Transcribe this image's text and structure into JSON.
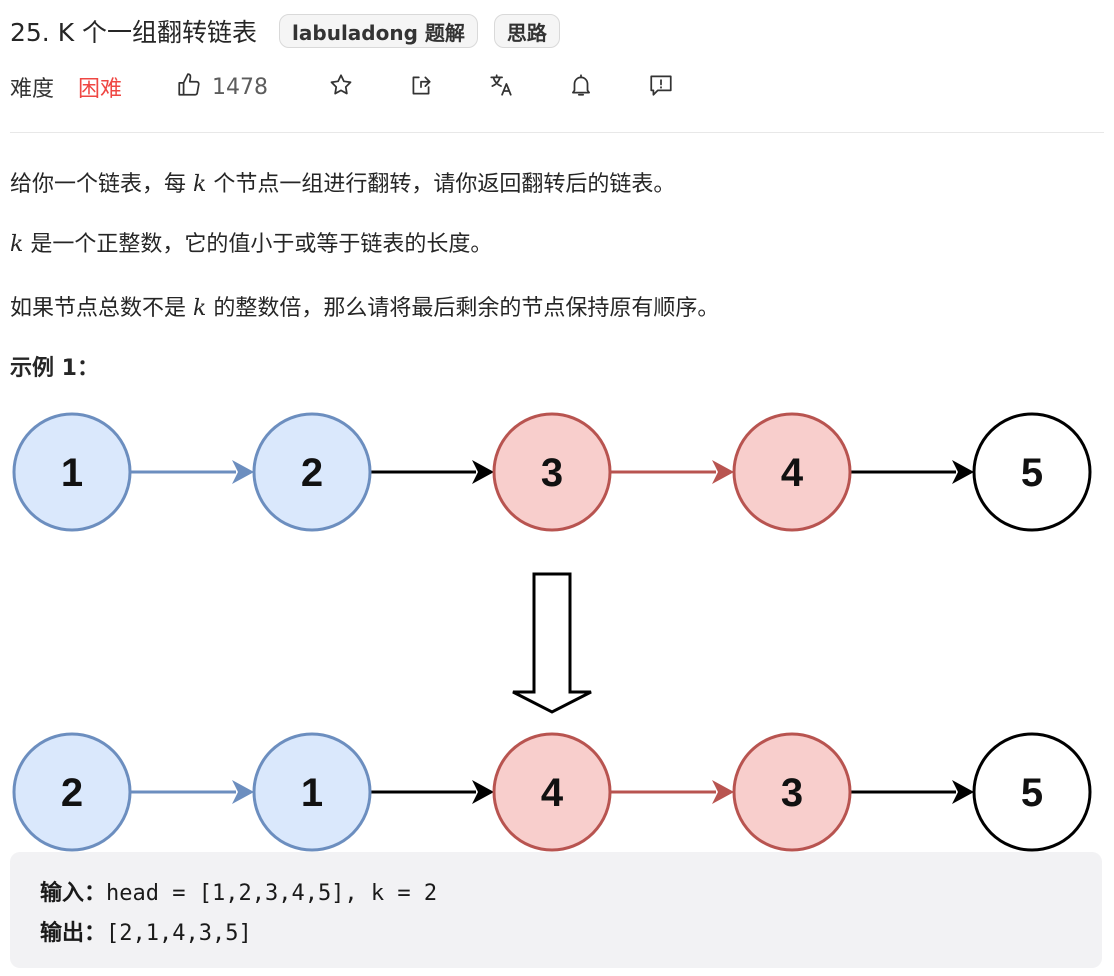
{
  "problem": {
    "title": "25. K 个一组翻转链表",
    "tags": [
      "labuladong 题解",
      "思路"
    ],
    "difficulty_label": "难度",
    "difficulty": "困难",
    "likes": "1478"
  },
  "icons": {
    "like": "thumbs-up-icon",
    "star": "star-icon",
    "share": "share-icon",
    "translate": "translate-icon",
    "notify": "bell-icon",
    "feedback": "feedback-icon"
  },
  "description": {
    "p1_a": "给你一个链表，每 ",
    "p1_k": "k",
    "p1_b": " 个节点一组进行翻转，请你返回翻转后的链表。",
    "p2_k": "k",
    "p2_b": " 是一个正整数，它的值小于或等于链表的长度。",
    "p3_a": "如果节点总数不是 ",
    "p3_k": "k",
    "p3_b": " 的整数倍，那么请将最后剩余的节点保持原有顺序。"
  },
  "example": {
    "title": "示例 1：",
    "diagram": {
      "before": [
        "1",
        "2",
        "3",
        "4",
        "5"
      ],
      "after": [
        "2",
        "1",
        "4",
        "3",
        "5"
      ],
      "colors": {
        "blue_fill": "#dae8fc",
        "blue_stroke": "#6c8ebf",
        "red_fill": "#f8cecc",
        "red_stroke": "#b85450",
        "white_fill": "#ffffff",
        "black_stroke": "#000000"
      }
    },
    "input_label": "输入：",
    "input_value": "head = [1,2,3,4,5], k = 2",
    "output_label": "输出：",
    "output_value": "[2,1,4,3,5]"
  }
}
